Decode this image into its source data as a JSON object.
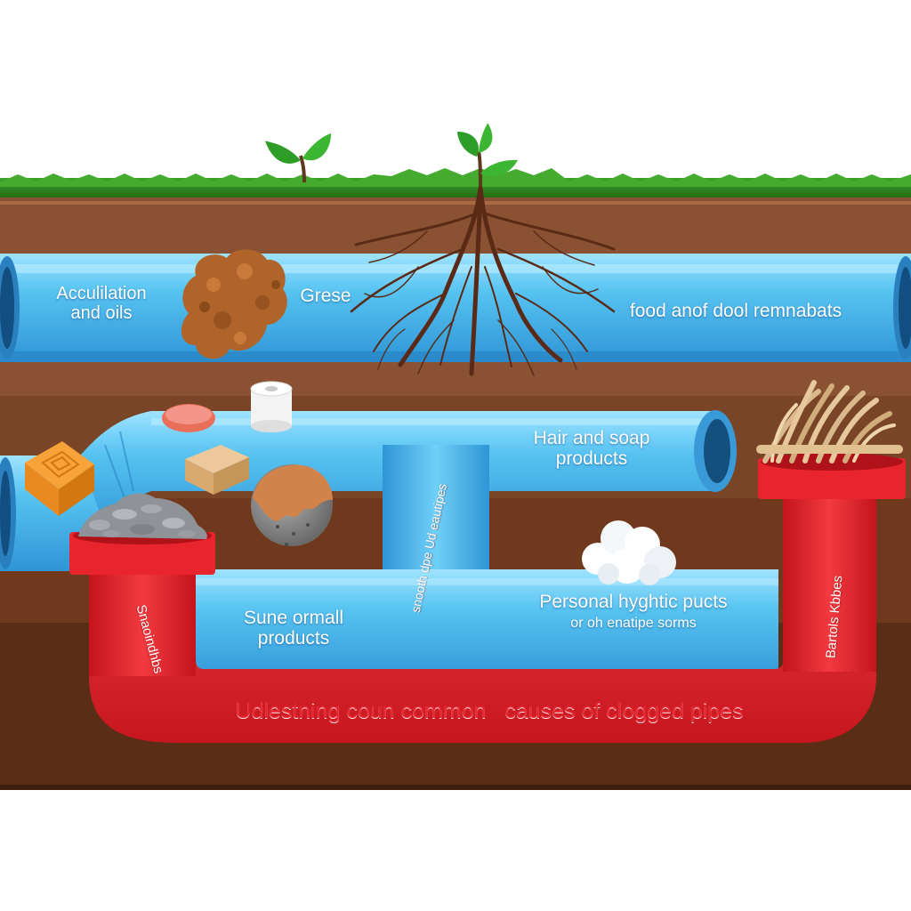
{
  "title": "Udlestning coun common   causes of clogged pipes",
  "labels": {
    "acc_line1": "Acculilation",
    "acc_line2": "and oils",
    "grease": "Grese",
    "food": "food anof dool remnabats",
    "hair_line1": "Hair and soap",
    "hair_line2": "products",
    "small_line1": "Sune ormall",
    "small_line2": "products",
    "personal_line1": "Personal hyghtic pucts",
    "personal_line2": "or oh enatipe sorms",
    "vertical_mid": "snooth dpe Ud eautipes",
    "vertical_left": "Snaoindhbs",
    "vertical_right": "Bartols Kbbes"
  },
  "colors": {
    "sky": "#ffffff",
    "grass": "#2e8b1f",
    "soil_top": "#8a5232",
    "soil_mid": "#7a4426",
    "soil_deep": "#5a2e16",
    "pipe_blue": "#52c0ef",
    "pipe_red": "#e8242c",
    "title_red": "#e5262f"
  },
  "icons": [
    "sprout-icon",
    "roots-icon",
    "grease-clump-icon",
    "toilet-roll-icon",
    "soap-bar-icon",
    "sponge-icon",
    "gravel-pile-icon",
    "ball-icon",
    "cotton-icon",
    "hair-tuft-icon",
    "disc-icon"
  ]
}
